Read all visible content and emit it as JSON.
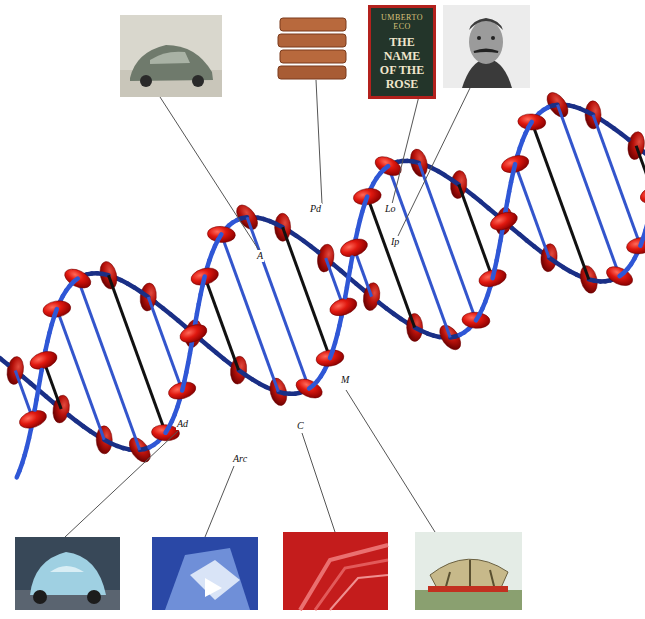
{
  "diagram": {
    "nodes": [
      {
        "text": [
          "UMBERTO ECO",
          "THE NAME OF THE ROSE"
        ]
      }
    ],
    "labels": [
      "Pd",
      "Lo",
      "A",
      "Ip",
      "M",
      "Ad",
      "Arc",
      "C"
    ]
  }
}
